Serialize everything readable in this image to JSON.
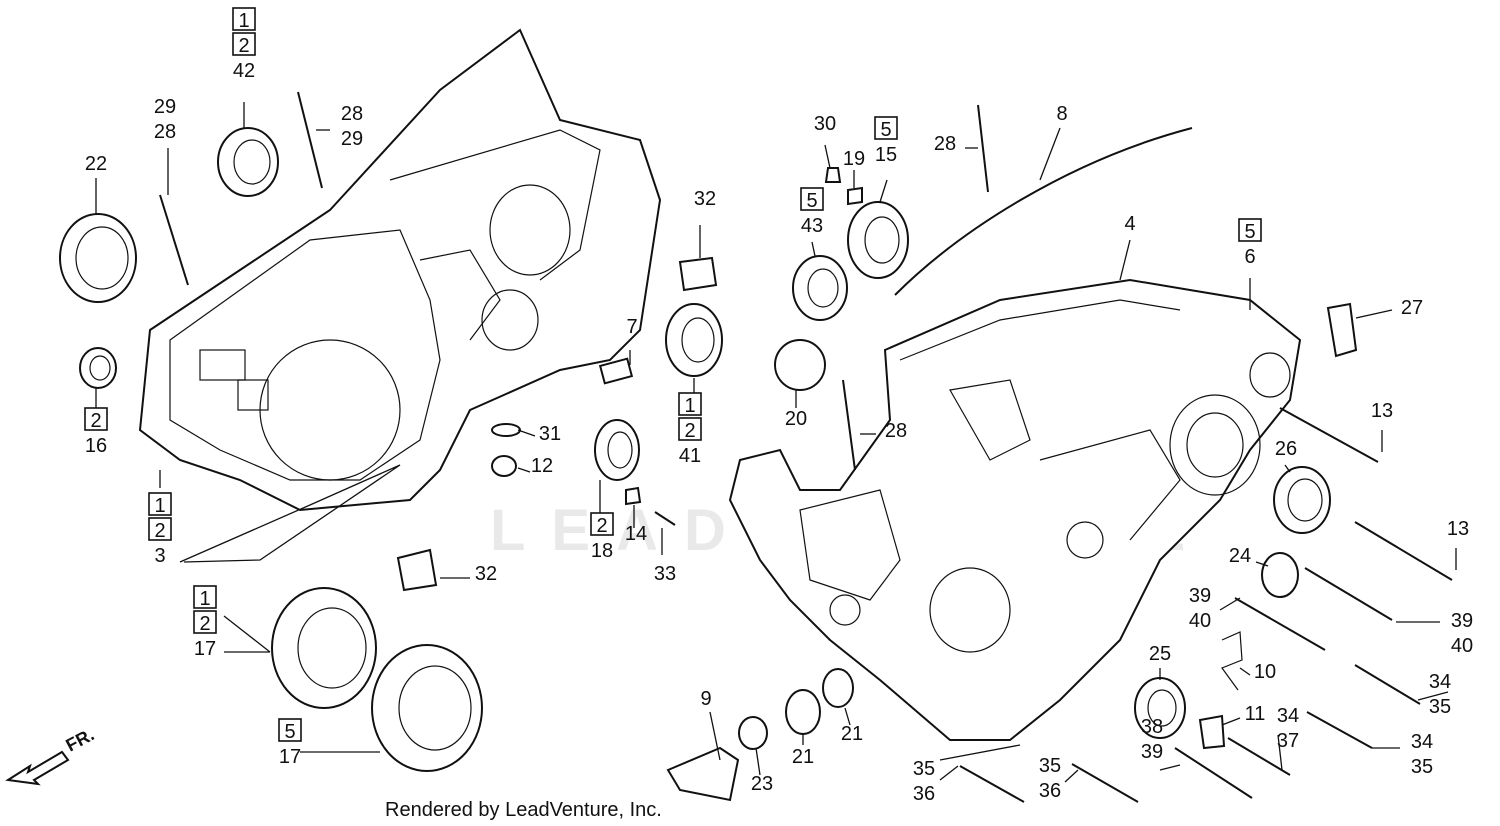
{
  "watermark": "LEADVENTURE",
  "footer": "Rendered by LeadVenture, Inc.",
  "front_arrow": "FR.",
  "callouts": [
    {
      "id": "c1",
      "lines": [
        "1",
        "2",
        "42"
      ],
      "boxed": [
        true,
        true,
        false
      ]
    },
    {
      "id": "c2",
      "lines": [
        "29",
        "28"
      ],
      "boxed": [
        false,
        false
      ]
    },
    {
      "id": "c3",
      "lines": [
        "28",
        "29"
      ],
      "boxed": [
        false,
        false
      ]
    },
    {
      "id": "c4",
      "lines": [
        "22"
      ],
      "boxed": [
        false
      ]
    },
    {
      "id": "c5",
      "lines": [
        "2",
        "16"
      ],
      "boxed": [
        true,
        false
      ]
    },
    {
      "id": "c6",
      "lines": [
        "1",
        "2",
        "3"
      ],
      "boxed": [
        true,
        true,
        false
      ]
    },
    {
      "id": "c7",
      "lines": [
        "1",
        "2",
        "17"
      ],
      "boxed": [
        true,
        true,
        false
      ]
    },
    {
      "id": "c8",
      "lines": [
        "5",
        "17"
      ],
      "boxed": [
        true,
        false
      ]
    },
    {
      "id": "c9",
      "lines": [
        "32"
      ],
      "boxed": [
        false
      ]
    },
    {
      "id": "c10",
      "lines": [
        "32"
      ],
      "boxed": [
        false
      ]
    },
    {
      "id": "c11",
      "lines": [
        "7"
      ],
      "boxed": [
        false
      ]
    },
    {
      "id": "c12",
      "lines": [
        "31"
      ],
      "boxed": [
        false
      ]
    },
    {
      "id": "c13",
      "lines": [
        "12"
      ],
      "boxed": [
        false
      ]
    },
    {
      "id": "c14",
      "lines": [
        "2",
        "18"
      ],
      "boxed": [
        true,
        false
      ]
    },
    {
      "id": "c15",
      "lines": [
        "14"
      ],
      "boxed": [
        false
      ]
    },
    {
      "id": "c16",
      "lines": [
        "33"
      ],
      "boxed": [
        false
      ]
    },
    {
      "id": "c17",
      "lines": [
        "1",
        "2",
        "41"
      ],
      "boxed": [
        true,
        true,
        false
      ]
    },
    {
      "id": "c18",
      "lines": [
        "30"
      ],
      "boxed": [
        false
      ]
    },
    {
      "id": "c19",
      "lines": [
        "19"
      ],
      "boxed": [
        false
      ]
    },
    {
      "id": "c20",
      "lines": [
        "5",
        "15"
      ],
      "boxed": [
        true,
        false
      ]
    },
    {
      "id": "c21",
      "lines": [
        "5",
        "43"
      ],
      "boxed": [
        true,
        false
      ]
    },
    {
      "id": "c22",
      "lines": [
        "20"
      ],
      "boxed": [
        false
      ]
    },
    {
      "id": "c23",
      "lines": [
        "28"
      ],
      "boxed": [
        false
      ]
    },
    {
      "id": "c24",
      "lines": [
        "8"
      ],
      "boxed": [
        false
      ]
    },
    {
      "id": "c25",
      "lines": [
        "28"
      ],
      "boxed": [
        false
      ]
    },
    {
      "id": "c26",
      "lines": [
        "4"
      ],
      "boxed": [
        false
      ]
    },
    {
      "id": "c27",
      "lines": [
        "5",
        "6"
      ],
      "boxed": [
        true,
        false
      ]
    },
    {
      "id": "c28",
      "lines": [
        "27"
      ],
      "boxed": [
        false
      ]
    },
    {
      "id": "c29",
      "lines": [
        "13"
      ],
      "boxed": [
        false
      ]
    },
    {
      "id": "c30",
      "lines": [
        "26"
      ],
      "boxed": [
        false
      ]
    },
    {
      "id": "c31",
      "lines": [
        "13"
      ],
      "boxed": [
        false
      ]
    },
    {
      "id": "c32",
      "lines": [
        "24"
      ],
      "boxed": [
        false
      ]
    },
    {
      "id": "c33",
      "lines": [
        "39",
        "40"
      ],
      "boxed": [
        false,
        false
      ]
    },
    {
      "id": "c34",
      "lines": [
        "39",
        "40"
      ],
      "boxed": [
        false,
        false
      ]
    },
    {
      "id": "c35",
      "lines": [
        "10"
      ],
      "boxed": [
        false
      ]
    },
    {
      "id": "c36",
      "lines": [
        "25"
      ],
      "boxed": [
        false
      ]
    },
    {
      "id": "c37",
      "lines": [
        "11"
      ],
      "boxed": [
        false
      ]
    },
    {
      "id": "c38",
      "lines": [
        "34",
        "35"
      ],
      "boxed": [
        false,
        false
      ]
    },
    {
      "id": "c39",
      "lines": [
        "34",
        "37"
      ],
      "boxed": [
        false,
        false
      ]
    },
    {
      "id": "c40",
      "lines": [
        "34",
        "35"
      ],
      "boxed": [
        false,
        false
      ]
    },
    {
      "id": "c41",
      "lines": [
        "38",
        "39"
      ],
      "boxed": [
        false,
        false
      ]
    },
    {
      "id": "c42",
      "lines": [
        "35",
        "36"
      ],
      "boxed": [
        false,
        false
      ]
    },
    {
      "id": "c43",
      "lines": [
        "35",
        "36"
      ],
      "boxed": [
        false,
        false
      ]
    },
    {
      "id": "c44",
      "lines": [
        "9"
      ],
      "boxed": [
        false
      ]
    },
    {
      "id": "c45",
      "lines": [
        "23"
      ],
      "boxed": [
        false
      ]
    },
    {
      "id": "c46",
      "lines": [
        "21"
      ],
      "boxed": [
        false
      ]
    },
    {
      "id": "c47",
      "lines": [
        "21"
      ],
      "boxed": [
        false
      ]
    }
  ]
}
